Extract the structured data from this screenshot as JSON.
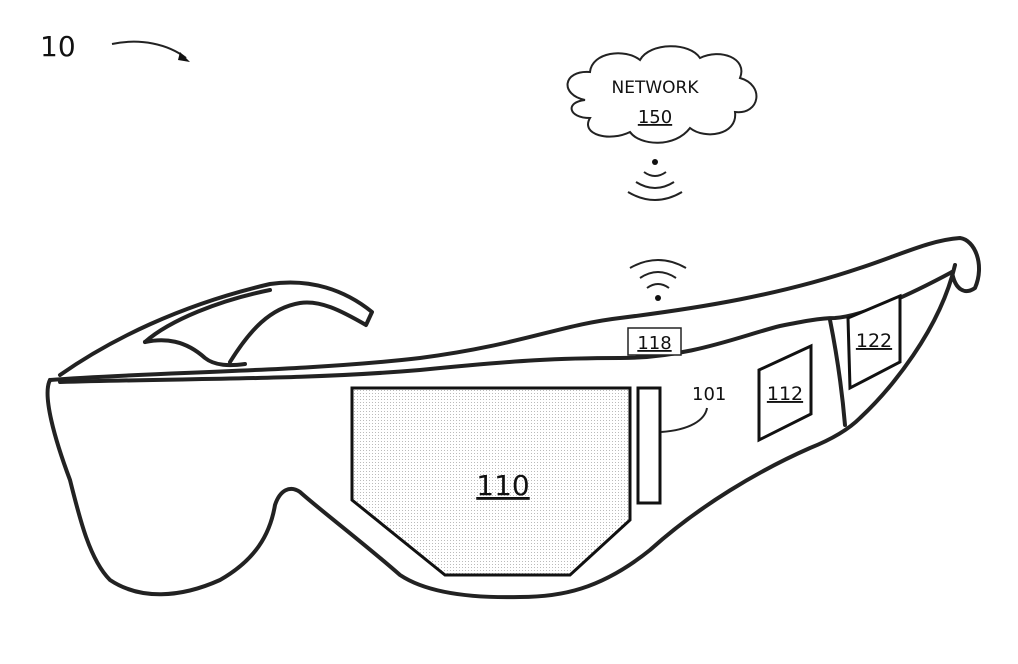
{
  "figure": {
    "ref": "10",
    "network": {
      "label": "NETWORK",
      "ref": "150"
    },
    "components": {
      "display": "110",
      "bar": "101",
      "transceiver": "118",
      "module_a": "112",
      "module_b": "122"
    }
  }
}
